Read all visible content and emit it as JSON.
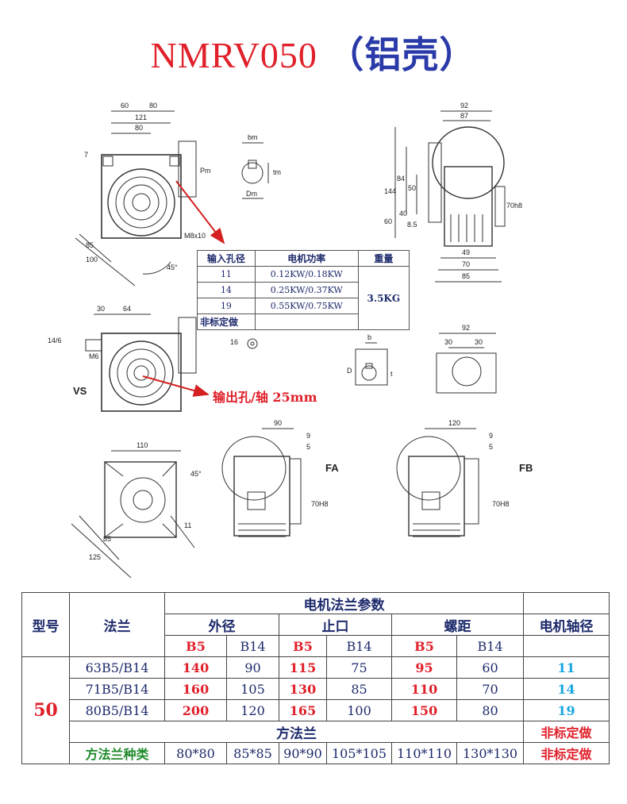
{
  "title": {
    "model": "NMRV050",
    "material": "（铝壳）"
  },
  "drawing_labels": {
    "top_left": [
      "60",
      "80",
      "121",
      "80",
      "7",
      "Pm",
      "85",
      "100",
      "45°",
      "M8x10"
    ],
    "shaft": [
      "bm",
      "tm",
      "Dm"
    ],
    "top_right": [
      "92",
      "87",
      "144",
      "84",
      "50",
      "60",
      "40",
      "8.5",
      "70h8",
      "49",
      "70",
      "85"
    ],
    "vs": [
      "30",
      "64",
      "14/6",
      "M6",
      "16",
      "VS"
    ],
    "keyway": [
      "b",
      "t",
      "D",
      "92",
      "30",
      "30"
    ],
    "flange_view": [
      "110",
      "45°",
      "85",
      "125",
      "11"
    ],
    "fa": [
      "90",
      "9",
      "5",
      "70H8",
      "FA"
    ],
    "fb": [
      "120",
      "9",
      "5",
      "70H8",
      "FB"
    ]
  },
  "spec_table": {
    "headers": [
      "输入孔径",
      "电机功率",
      "重量"
    ],
    "rows": [
      {
        "bore": "11",
        "power": "0.12KW/0.18KW"
      },
      {
        "bore": "14",
        "power": "0.25KW/0.37KW"
      },
      {
        "bore": "19",
        "power": "0.55KW/0.75KW"
      }
    ],
    "weight": "3.5KG",
    "non_standard": "非标定做"
  },
  "output_label": "输出孔/轴 25mm",
  "flange_table": {
    "model_header": "型号",
    "flange_header": "法兰",
    "group_header": "电机法兰参数",
    "outer": "外径",
    "spigot": "止口",
    "pitch": "螺距",
    "shaft": "电机轴径",
    "b5": "B5",
    "b14": "B14",
    "model": "50",
    "rows": [
      {
        "flange": "63B5/B14",
        "od_b5": "140",
        "od_b14": "90",
        "sp_b5": "115",
        "sp_b14": "75",
        "pi_b5": "95",
        "pi_b14": "60",
        "shaft": "11"
      },
      {
        "flange": "71B5/B14",
        "od_b5": "160",
        "od_b14": "105",
        "sp_b5": "130",
        "sp_b14": "85",
        "pi_b5": "110",
        "pi_b14": "70",
        "shaft": "14"
      },
      {
        "flange": "80B5/B14",
        "od_b5": "200",
        "od_b14": "120",
        "sp_b5": "165",
        "sp_b14": "100",
        "pi_b5": "150",
        "pi_b14": "80",
        "shaft": "19"
      }
    ],
    "square_flange": "方法兰",
    "non_standard": "非标定做",
    "square_types_label": "方法兰种类",
    "square_types": [
      "80*80",
      "85*85",
      "90*90",
      "105*105",
      "110*110",
      "130*130"
    ]
  },
  "colors": {
    "red": "#e0202a",
    "blue": "#2a3aa8",
    "navy": "#1d2a6b",
    "cyan": "#1aa6e0",
    "green": "#1e8a2a"
  }
}
